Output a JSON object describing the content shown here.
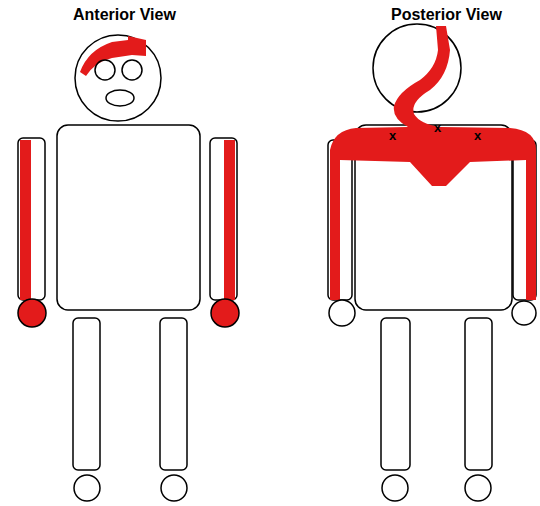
{
  "diagram": {
    "labels": [
      "Anterior View",
      "Posterior View",
      "x",
      "x",
      "x"
    ]
  }
}
